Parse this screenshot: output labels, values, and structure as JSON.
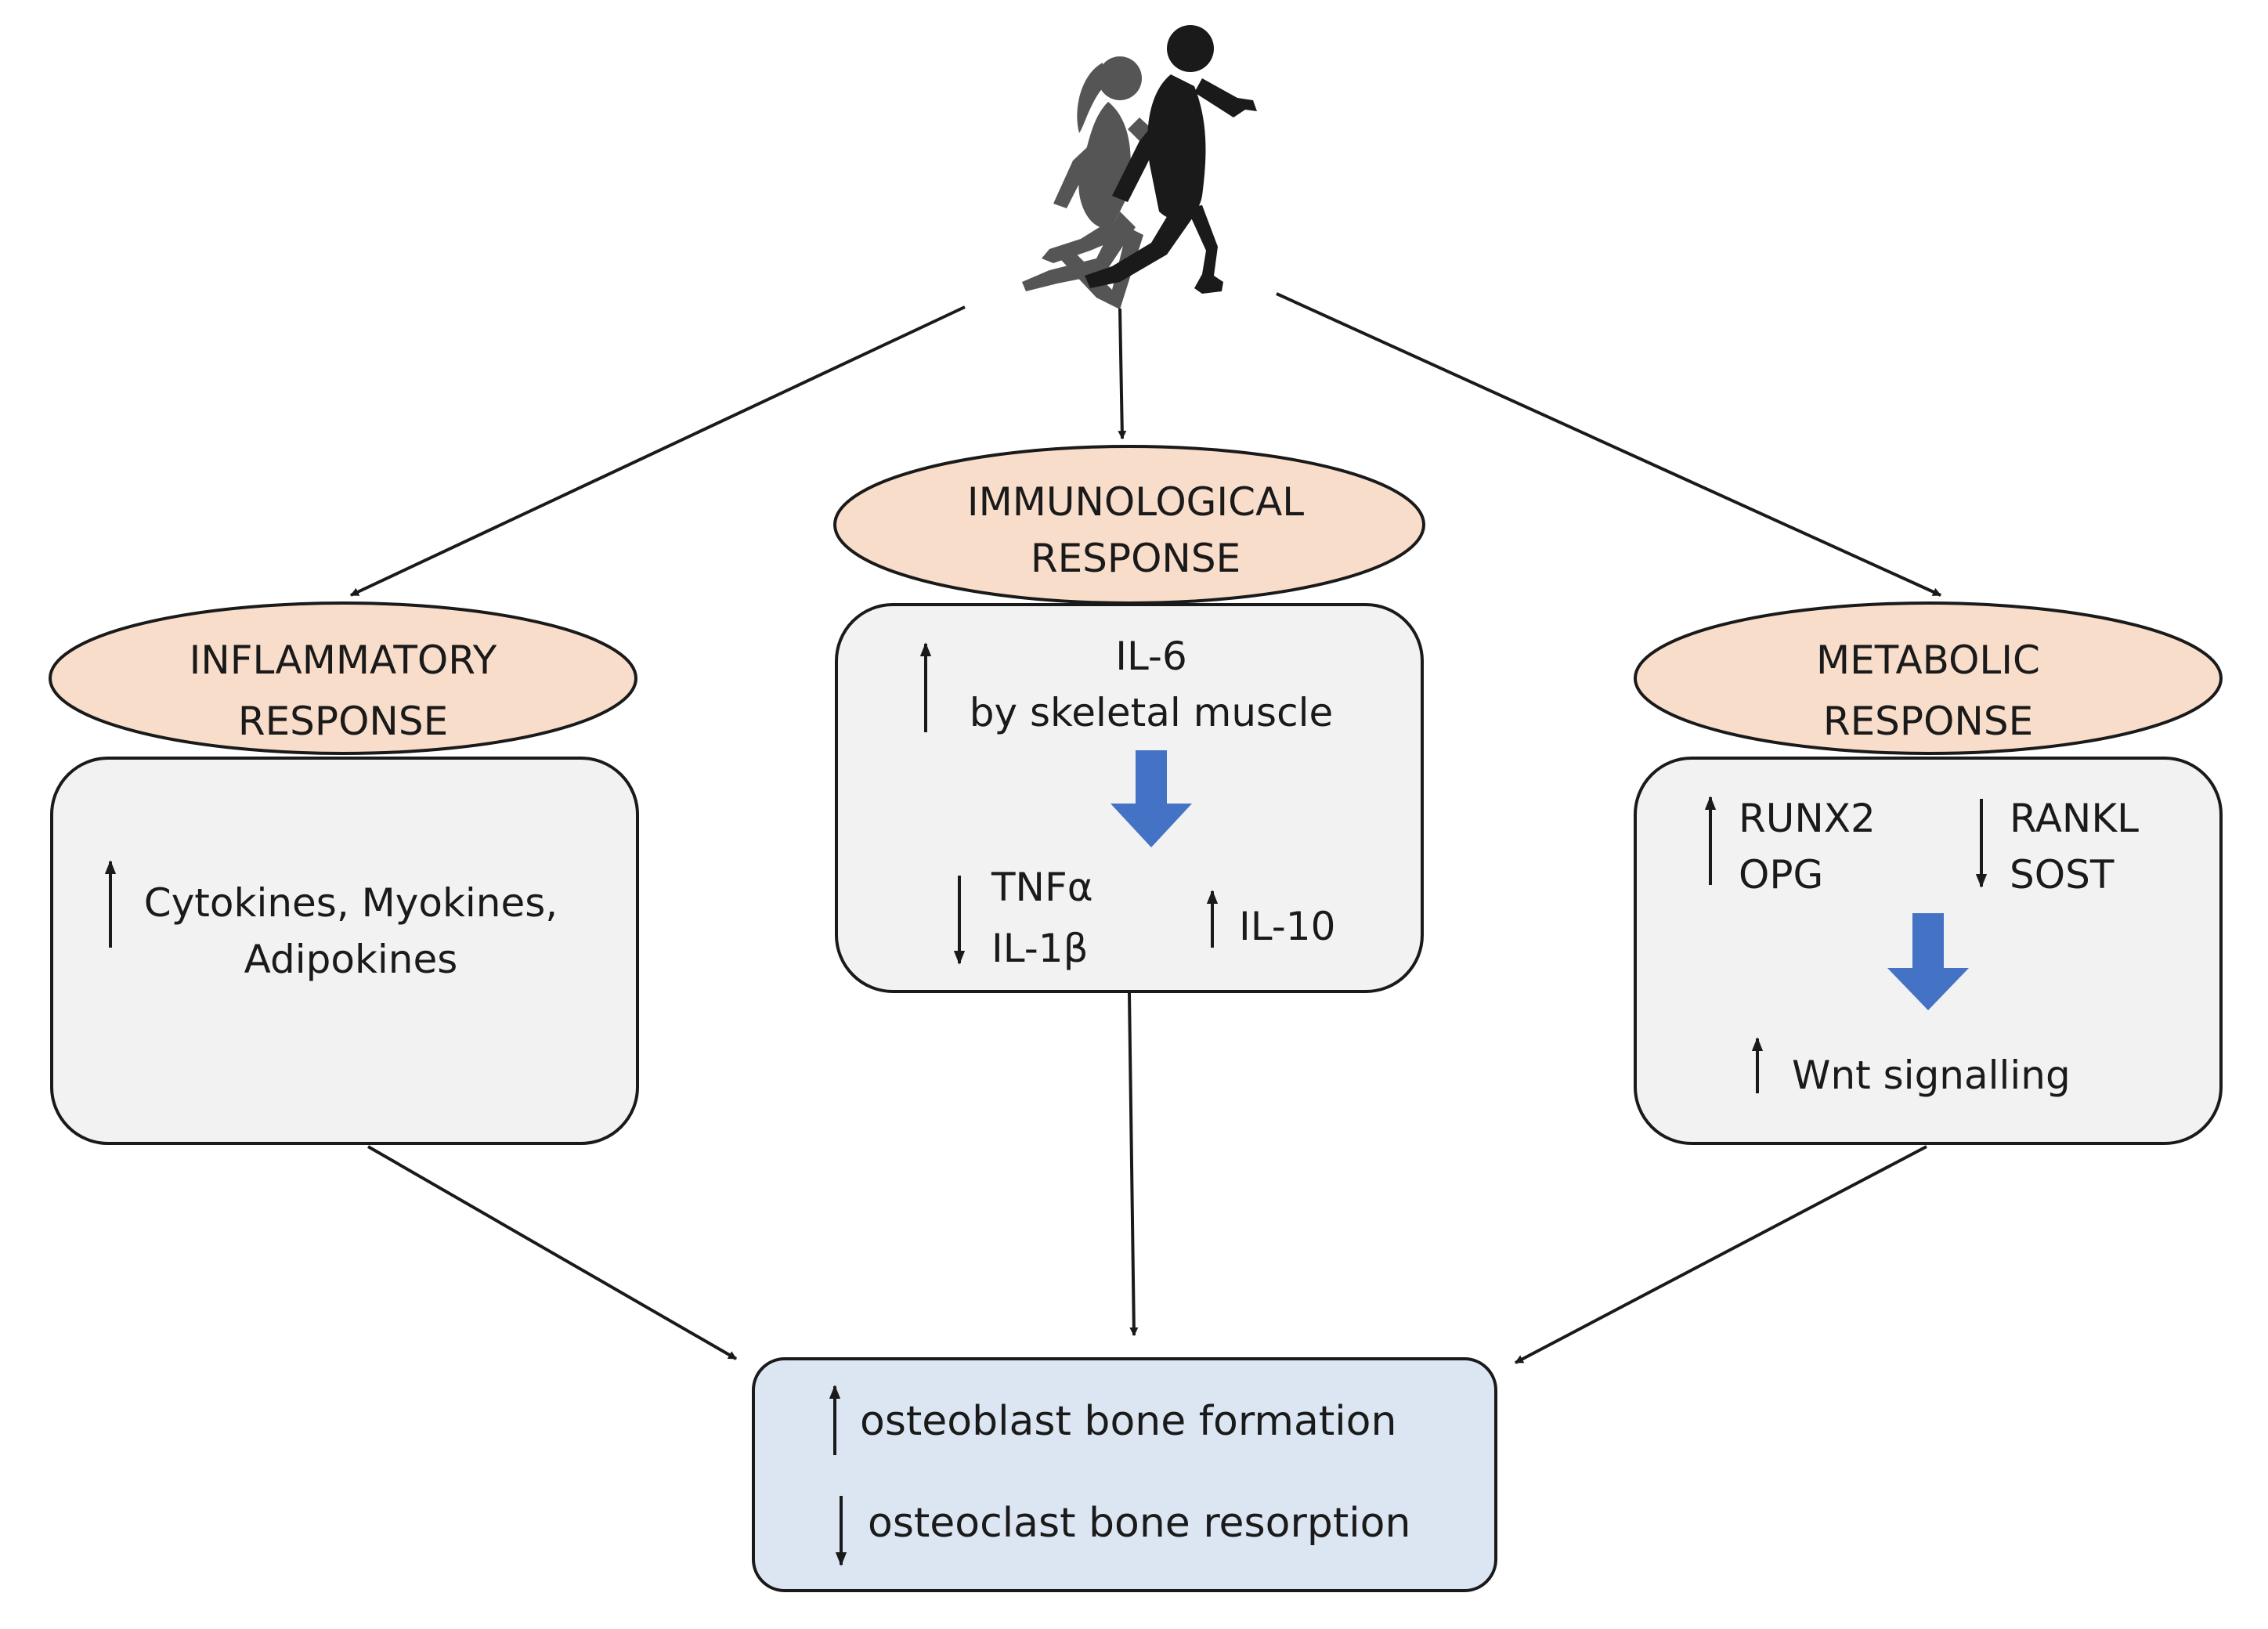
{
  "colors": {
    "ellipse_fill": "#F8DDCB",
    "box_fill": "#F2F2F2",
    "result_fill": "#DCE6F2",
    "block_arrow": "#4472C4",
    "stroke": "#1a1a1a"
  },
  "icons": {
    "top": "runners-icon"
  },
  "inflammatory": {
    "title_line1": "INFLAMMATORY",
    "title_line2": "RESPONSE",
    "item_line1": "Cytokines, Myokines,",
    "item_line2": "Adipokines"
  },
  "immunological": {
    "title_line1": "IMMUNOLOGICAL",
    "title_line2": "RESPONSE",
    "il6_line1": "IL-6",
    "il6_line2": "by skeletal muscle",
    "down_line1": "TNFα",
    "down_line2": "IL-1β",
    "up_item": "IL-10"
  },
  "metabolic": {
    "title_line1": "METABOLIC",
    "title_line2": "RESPONSE",
    "up_line1": "RUNX2",
    "up_line2": "OPG",
    "down_line1": "RANKL",
    "down_line2": "SOST",
    "result": "Wnt signalling"
  },
  "outcome": {
    "line1": "osteoblast bone formation",
    "line2": "osteoclast bone resorption"
  }
}
